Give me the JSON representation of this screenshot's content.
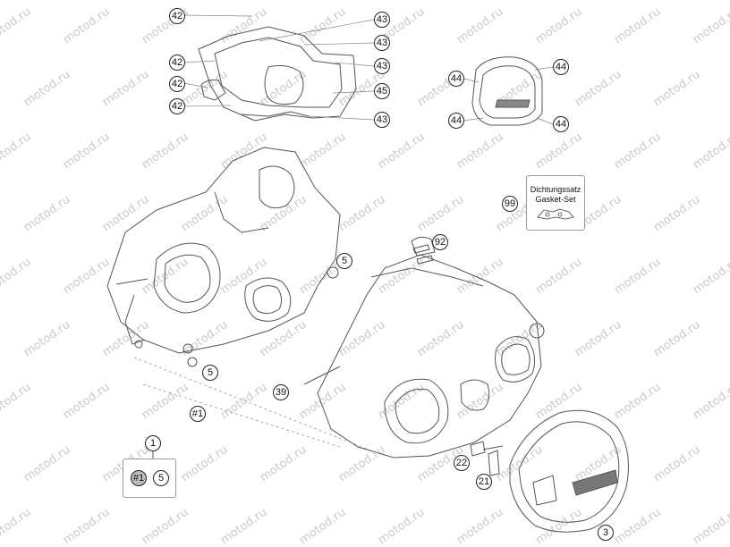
{
  "watermark_text": "motod.ru",
  "callouts": {
    "c42a": "42",
    "c42b": "42",
    "c42c": "42",
    "c42d": "42",
    "c43a": "43",
    "c43b": "43",
    "c43c": "43",
    "c43d": "43",
    "c45": "45",
    "c44a": "44",
    "c44b": "44",
    "c44c": "44",
    "c44d": "44",
    "c99": "99",
    "c92": "92",
    "c5a": "5",
    "c5b": "5",
    "c39": "39",
    "c1ref": "#1",
    "c22": "22",
    "c21": "21",
    "c3": "3",
    "c1": "1",
    "c1legend": "#1",
    "c5legend": "5"
  },
  "gasket_set": {
    "line1": "Dichtungssatz",
    "line2": "Gasket-Set"
  },
  "colors": {
    "line": "#555555",
    "callout_fill": "#bdbdbd",
    "watermark": "#c9c9c9"
  }
}
